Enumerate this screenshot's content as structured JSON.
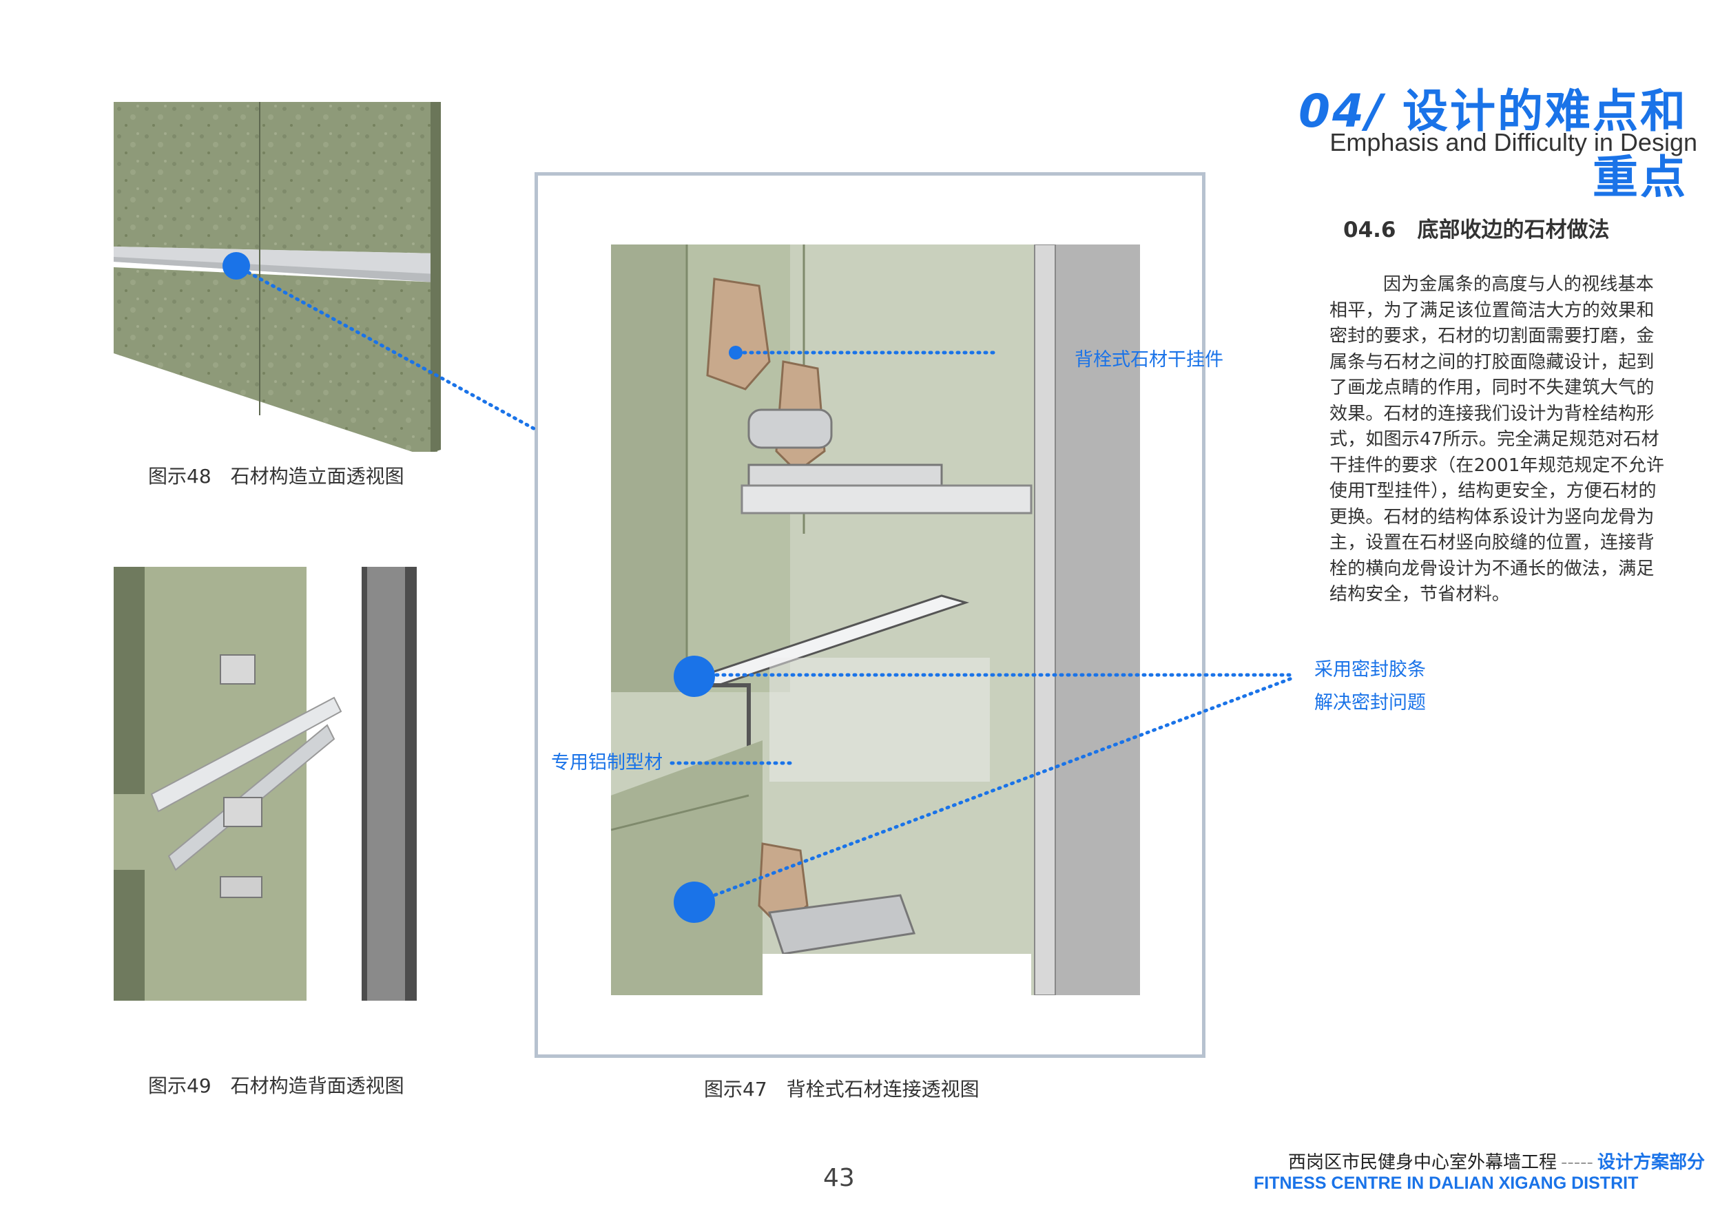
{
  "header": {
    "number": "04/",
    "title": "设计的难点和重点",
    "subtitle_en": "Emphasis and Difficulty in Design"
  },
  "section": {
    "title": "04.6　底部收边的石材做法",
    "body": "因为金属条的高度与人的视线基本相平，为了满足该位置简洁大方的效果和密封的要求，石材的切割面需要打磨，金属条与石材之间的打胶面隐藏设计，起到了画龙点睛的作用，同时不失建筑大气的效果。石材的连接我们设计为背栓结构形式，如图示47所示。完全满足规范对石材干挂件的要求（在2001年规范规定不允许使用T型挂件），结构更安全，方便石材的更换。石材的结构体系设计为竖向龙骨为主，设置在石材竖向胶缝的位置，连接背栓的横向龙骨设计为不通长的做法，满足结构安全，节省材料。"
  },
  "figures": {
    "fig48_caption": "图示48　石材构造立面透视图",
    "fig49_caption": "图示49　石材构造背面透视图",
    "fig47_caption": "图示47　背栓式石材连接透视图"
  },
  "callouts": {
    "anchor": "背栓式石材干挂件",
    "seal_line1": "采用密封胶条",
    "seal_line2": "解决密封问题",
    "profile": "专用铝制型材"
  },
  "footer": {
    "page_number": "43",
    "project_cn": "西岗区市民健身中心室外幕墙工程",
    "dash": "-----",
    "part": "设计方案部分",
    "project_en": "FITNESS CENTRE IN DALIAN XIGANG DISTRIT"
  },
  "colors": {
    "accent": "#1a73e8",
    "stone": "#8e9a79",
    "frame": "#b7c2cf"
  }
}
